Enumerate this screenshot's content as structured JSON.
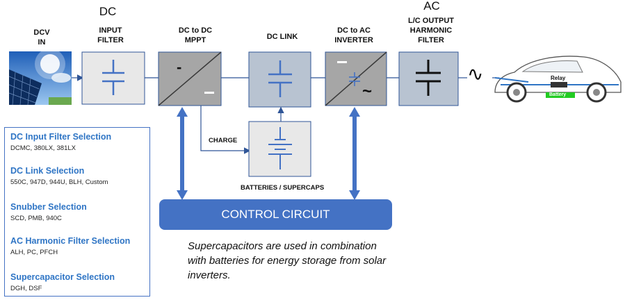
{
  "headers": {
    "dcv_in": [
      "DCV",
      "IN"
    ],
    "dc_big": "DC",
    "input_filter": [
      "INPUT",
      "FILTER"
    ],
    "dc_to_dc": [
      "DC to DC",
      "MPPT"
    ],
    "dc_link": "DC  LINK",
    "dc_to_ac": [
      "DC to AC",
      "INVERTER"
    ],
    "ac_big": "AC",
    "lc_output": [
      "L/C OUTPUT",
      "HARMONIC",
      "FILTER"
    ]
  },
  "labels": {
    "charge": "CHARGE",
    "batteries": "BATTERIES / SUPERCAPS",
    "relay": "Relay",
    "battery": "Battery",
    "control_circuit": "CONTROL CIRCUIT"
  },
  "signs": {
    "minus": "-",
    "ac_wave": "~",
    "ac_wave_big": "∿"
  },
  "selection_panel": [
    {
      "title": "DC Input Filter Selection",
      "items": "DCMC, 380LX, 381LX"
    },
    {
      "title": "DC Link Selection",
      "items": "550C, 947D, 944U, BLH, Custom"
    },
    {
      "title": "Snubber Selection",
      "items": "SCD, PMB, 940C"
    },
    {
      "title": "AC Harmonic Filter Selection",
      "items": "ALH, PC, PFCH"
    },
    {
      "title": "Supercapacitor Selection",
      "items": "DGH, DSF"
    }
  ],
  "note": "Supercapacitors are used in combination with batteries for energy storage from solar inverters.",
  "colors": {
    "accent_blue": "#4472c4",
    "title_blue": "#2f75c5",
    "line_blue": "#2f5597",
    "battery_green": "#22cc22"
  }
}
